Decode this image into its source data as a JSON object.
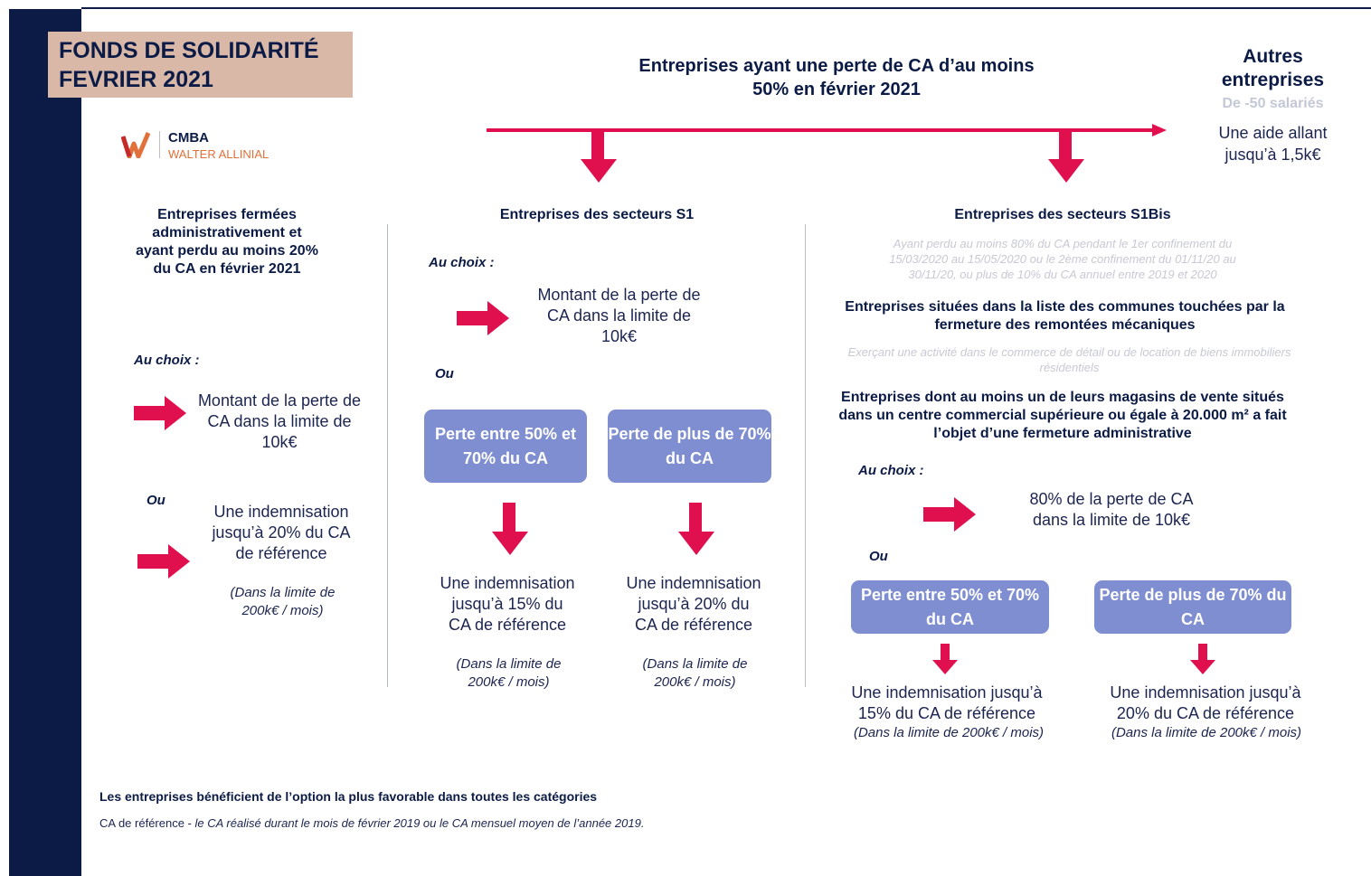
{
  "title": {
    "line1": "FONDS DE SOLIDARITÉ",
    "line2": "FEVRIER 2021"
  },
  "logo": {
    "name": "CMBA",
    "subtitle": "WALTER ALLINIAL"
  },
  "main_header": "Entreprises ayant une perte de CA d’au moins 50% en février 2021",
  "autres": {
    "title": "Autres entreprises",
    "subtitle": "De -50 salariés",
    "aide": "Une aide allant jusqu’à 1,5k€"
  },
  "col1": {
    "header": "Entreprises fermées administrativement et ayant perdu au moins 20% du CA en février 2021",
    "choix": "Au choix :",
    "opt1": "Montant de la perte de CA dans la limite de 10k€",
    "ou": "Ou",
    "opt2": "Une indemnisation jusqu’à 20% du CA de référence",
    "opt2_note": "(Dans la limite de 200k€ / mois)"
  },
  "col2": {
    "header": "Entreprises des secteurs S1",
    "choix": "Au choix :",
    "opt1": "Montant de la perte de CA dans la limite de 10k€",
    "ou": "Ou",
    "box1": "Perte entre 50% et 70% du CA",
    "box2": "Perte de plus de 70% du CA",
    "res1": "Une indemnisation jusqu’à 15% du CA de référence",
    "res1_note": "(Dans la limite de 200k€ / mois)",
    "res2": "Une indemnisation jusqu’à 20% du CA de référence",
    "res2_note": "(Dans la limite de 200k€ / mois)"
  },
  "col3": {
    "header": "Entreprises des secteurs S1Bis",
    "note1": "Ayant perdu au moins 80% du CA pendant le 1er confinement du 15/03/2020 au 15/05/2020 ou le 2ème confinement du 01/11/20 au 30/11/20, ou plus de 10% du CA annuel entre 2019 et 2020",
    "h2": "Entreprises situées dans la liste des communes touchées par la fermeture des remontées mécaniques",
    "note2": "Exerçant une activité dans le commerce de détail ou de location de biens immobiliers résidentiels",
    "h3": "Entreprises dont au moins un de leurs magasins de vente situés dans un centre commercial supérieure ou égale à 20.000 m² a fait l’objet d’une fermeture administrative",
    "choix": "Au choix :",
    "opt1": "80% de la perte de CA dans la limite de 10k€",
    "ou": "Ou",
    "box1": "Perte entre 50% et 70% du CA",
    "box2": "Perte de plus de 70% du CA",
    "res1": "Une indemnisation jusqu’à 15% du CA de référence",
    "res1_note": "(Dans la limite de 200k€ / mois)",
    "res2": "Une indemnisation jusqu’à 20% du CA de référence",
    "res2_note": "(Dans la limite de 200k€ / mois)"
  },
  "footer": {
    "line1": "Les entreprises bénéficient de l’option la plus favorable dans toutes les catégories",
    "line2_label": "CA de référence - ",
    "line2_text": "le CA réalisé durant le mois de février 2019 ou le CA mensuel moyen de l’année 2019."
  },
  "colors": {
    "navy": "#0b1b45",
    "accent": "#e0104e",
    "box": "#7f8ed0",
    "title_bg": "#d9b8a8"
  }
}
